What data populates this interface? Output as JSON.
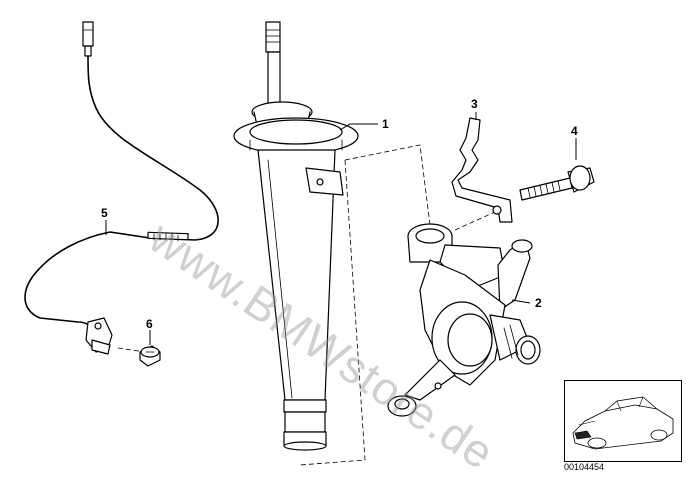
{
  "labels": {
    "p1": "1",
    "p2": "2",
    "p3": "3",
    "p4": "4",
    "p5": "5",
    "p6": "6"
  },
  "watermark": "www.BMWstore.de",
  "diagram_id": "00104454"
}
